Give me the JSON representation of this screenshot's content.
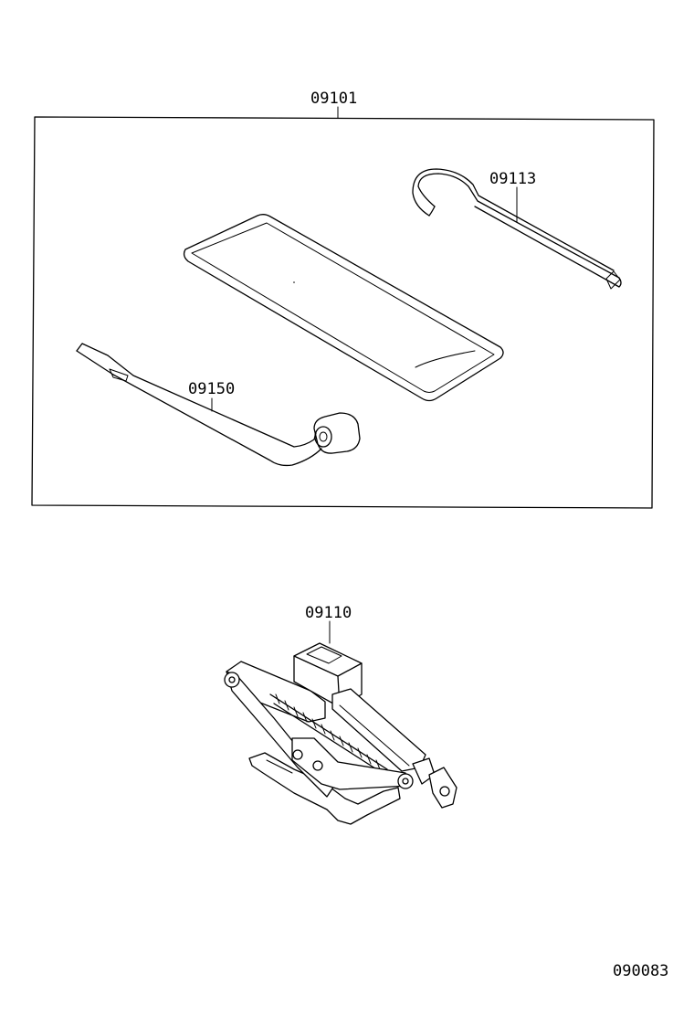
{
  "parts": {
    "tool_kit": "09101",
    "jack_handle": "09113",
    "wrench": "09150",
    "jack": "09110"
  },
  "figure_id": "090083"
}
